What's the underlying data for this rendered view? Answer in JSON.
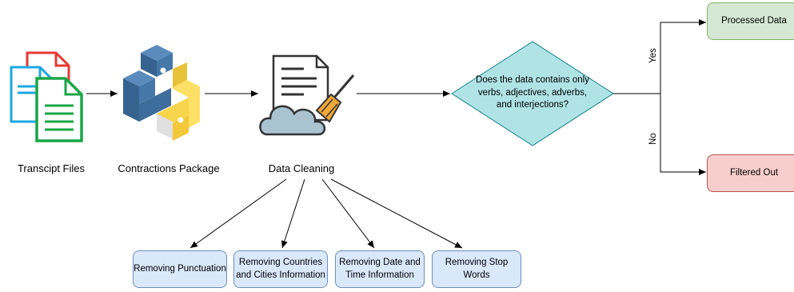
{
  "nodes": {
    "transcript": "Transcipt Files",
    "contractions": "Contractions Package",
    "cleaning": "Data Cleaning",
    "decision": "Does the data contains only verbs, adjectives, adverbs, and interjections?",
    "processed": "Processed Data",
    "filtered": "Filtered Out",
    "yes": "Yes",
    "no": "No"
  },
  "steps": [
    "Removing Punctuation",
    "Removing Countries and Cities Information",
    "Removing Date and Time Information",
    "Removing Stop Words"
  ],
  "icons": {
    "transcript": "documents-icon",
    "contractions": "python-icon",
    "cleaning": "data-cleaning-icon"
  },
  "colors": {
    "step_fill": "#dae8fc",
    "decision_fill": "#b0e3e6",
    "processed_fill": "#d5e8d4",
    "filtered_fill": "#f8cecc"
  }
}
